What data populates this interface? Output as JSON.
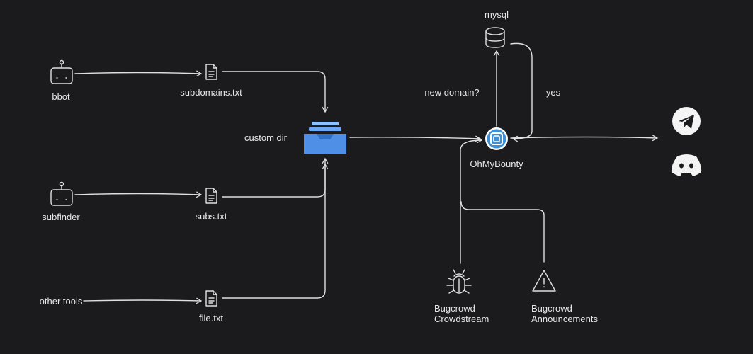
{
  "nodes": {
    "bbot": "bbot",
    "subfinder": "subfinder",
    "other_tools": "other tools",
    "subdomains_file": "subdomains.txt",
    "subs_file": "subs.txt",
    "file_txt": "file.txt",
    "custom_dir": "custom dir",
    "ohmybounty": "OhMyBounty",
    "mysql": "mysql",
    "bugcrowd_crowdstream": [
      "Bugcrowd",
      "Crowdstream"
    ],
    "bugcrowd_announcements": [
      "Bugcrowd",
      "Announcements"
    ]
  },
  "edge_labels": {
    "new_domain": "new domain?",
    "yes": "yes"
  },
  "icons": {
    "tool": "robot-icon",
    "file": "file-text-icon",
    "folder": "inbox-tray-icon",
    "core": "ohmybounty-logo-icon",
    "database": "database-icon",
    "bug": "bug-icon",
    "alert": "warning-triangle-icon",
    "telegram": "telegram-icon",
    "discord": "discord-icon"
  },
  "colors": {
    "background": "#1b1b1d",
    "line": "#e0e0e0",
    "folder_blue": "#4f8fe6",
    "core_blue": "#3d8fd6"
  }
}
